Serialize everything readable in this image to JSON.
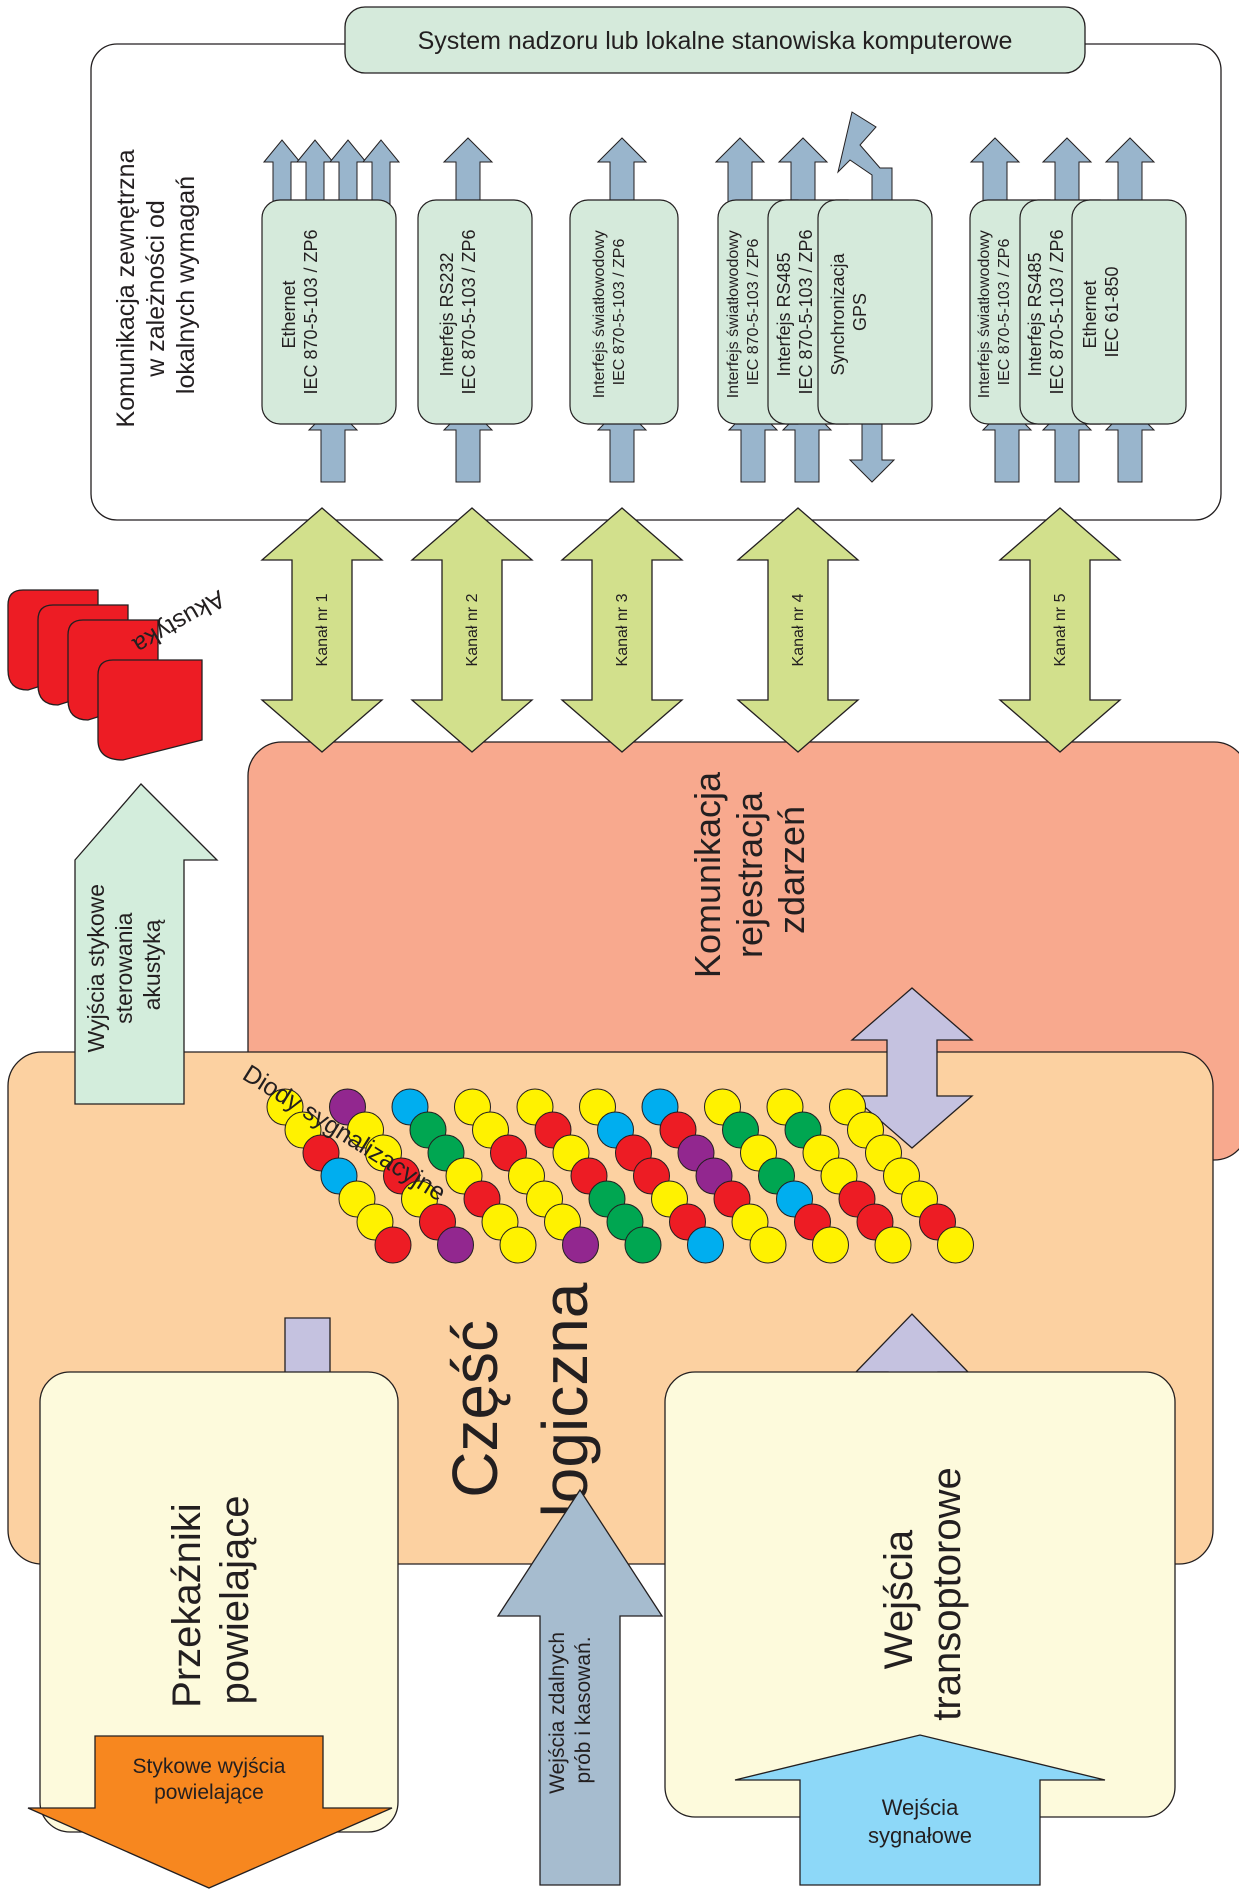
{
  "top_title": "System nadzoru lub lokalne stanowiska komputerowe",
  "external_comm": {
    "line1": "Komunikacja zewnętrzna",
    "line2": "w zależności od",
    "line3": "lokalnych wymagań"
  },
  "modules": {
    "m1": {
      "line1": "Ethernet",
      "line2": "IEC 870-5-103 / ZP6"
    },
    "m2": {
      "line1": "Interfejs RS232",
      "line2": "IEC 870-5-103 / ZP6"
    },
    "m3": {
      "line1": "Interfejs światłowodowy",
      "line2": "IEC 870-5-103 / ZP6"
    },
    "m4a": {
      "line1": "Interfejs światłowodowy",
      "line2": "IEC 870-5-103 / ZP6"
    },
    "m4b": {
      "line1": "Interfejs RS485",
      "line2": "IEC 870-5-103 / ZP6"
    },
    "m4c": {
      "line1": "Synchronizacja",
      "line2": "GPS"
    },
    "m5a": {
      "line1": "Interfejs światłowodowy",
      "line2": "IEC 870-5-103 / ZP6"
    },
    "m5b": {
      "line1": "Interfejs RS485",
      "line2": "IEC 870-5-103 / ZP6"
    },
    "m5c": {
      "line1": "Ethernet",
      "line2": "IEC 61-850"
    }
  },
  "channels": [
    "Kanał nr 1",
    "Kanał nr 2",
    "Kanał nr 3",
    "Kanał nr 4",
    "Kanał nr 5"
  ],
  "acoustics": "Akustyka",
  "acoustic_outputs": {
    "line1": "Wyjścia stykowe",
    "line2": "sterowania",
    "line3": "akustyką"
  },
  "event_comm": {
    "line1": "Komunikacja",
    "line2": "rejestracja",
    "line3": "zdarzeń"
  },
  "logic": {
    "line1": "Część",
    "line2": "logiczna"
  },
  "leds_label": "Diody sygnalizacyjne",
  "relays": {
    "line1": "Przekaźniki",
    "line2": "powielające"
  },
  "transoptor_inputs": {
    "line1": "Wejścia",
    "line2": "transoptorowe"
  },
  "remote_inputs": {
    "line1": "Wejścia zdalnych",
    "line2": "prób i kasowań."
  },
  "contact_outputs": {
    "line1": "Stykowe wyjścia",
    "line2": "powielające"
  },
  "signal_inputs": {
    "line1": "Wejścia",
    "line2": "sygnałowe"
  },
  "colors": {
    "module_fill": "#d5eadb",
    "small_arrow": "#99b5cc",
    "channel_arrow": "#d2e08c",
    "event_comm": "#f8a98e",
    "logic": "#fcd1a1",
    "light_yellow": "#fdfadc",
    "lavender": "#c5c2e0",
    "acoustic_arrow": "#d3eddc",
    "acoustic_red": "#ed1c24",
    "remote_arrow": "#a6bccf",
    "contact_arrow": "#f7871f",
    "signal_arrow": "#8dd8f8",
    "led_yellow": "#fff200",
    "led_red": "#ed1c24",
    "led_green": "#00a651",
    "led_blue": "#00aeef",
    "led_purple": "#92278f"
  },
  "leds": [
    [
      "yellow",
      "purple",
      "blue",
      "yellow",
      "yellow",
      "yellow",
      "blue",
      "yellow",
      "yellow",
      "yellow"
    ],
    [
      "yellow",
      "yellow",
      "green",
      "yellow",
      "red",
      "blue",
      "red",
      "green",
      "green",
      "yellow"
    ],
    [
      "red",
      "yellow",
      "green",
      "red",
      "yellow",
      "red",
      "purple",
      "yellow",
      "yellow",
      "yellow"
    ],
    [
      "blue",
      "red",
      "yellow",
      "yellow",
      "red",
      "red",
      "purple",
      "green",
      "yellow",
      "yellow"
    ],
    [
      "yellow",
      "yellow",
      "red",
      "yellow",
      "green",
      "yellow",
      "red",
      "blue",
      "red",
      "yellow"
    ],
    [
      "yellow",
      "red",
      "yellow",
      "yellow",
      "green",
      "red",
      "yellow",
      "red",
      "red",
      "red"
    ],
    [
      "red",
      "purple",
      "yellow",
      "purple",
      "green",
      "blue",
      "yellow",
      "yellow",
      "yellow",
      "yellow"
    ]
  ]
}
